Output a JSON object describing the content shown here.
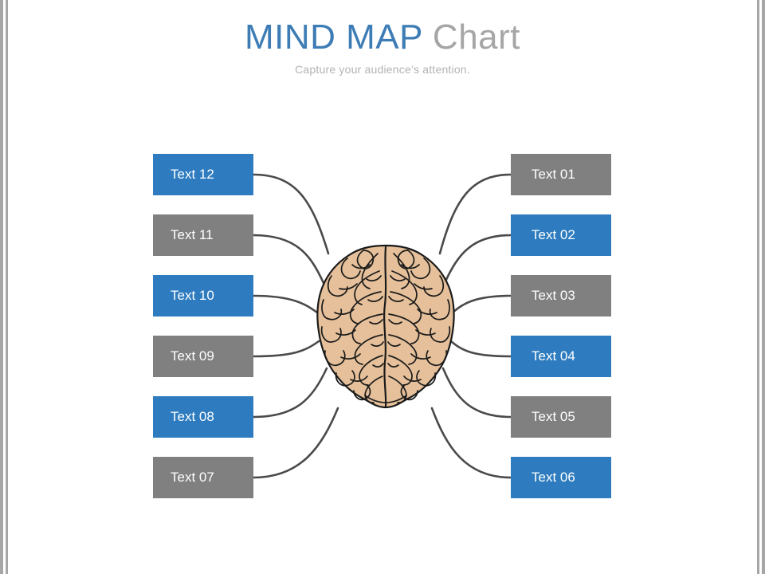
{
  "header": {
    "title_main": "MIND MAP",
    "title_sub": "Chart",
    "subtitle": "Capture your audience’s attention."
  },
  "colors": {
    "blue": "#2e7cbf",
    "gray": "#808080",
    "title_blue": "#3d7cb5",
    "title_gray": "#a6a6a6",
    "subtitle_gray": "#b3b3b3",
    "connector": "#4a4a4a",
    "brain_fill": "#e5c09a",
    "brain_stroke": "#1a1a1a",
    "canvas": "#ffffff",
    "frame": "#a6a6a6"
  },
  "center": {
    "icon": "brain-icon",
    "label": "Human brain top view"
  },
  "nodes": {
    "left": [
      {
        "id": "text-12",
        "label": "Text 12",
        "color": "blue"
      },
      {
        "id": "text-11",
        "label": "Text 11",
        "color": "gray"
      },
      {
        "id": "text-10",
        "label": "Text 10",
        "color": "blue"
      },
      {
        "id": "text-09",
        "label": "Text 09",
        "color": "gray"
      },
      {
        "id": "text-08",
        "label": "Text 08",
        "color": "blue"
      },
      {
        "id": "text-07",
        "label": "Text 07",
        "color": "gray"
      }
    ],
    "right": [
      {
        "id": "text-01",
        "label": "Text 01",
        "color": "gray"
      },
      {
        "id": "text-02",
        "label": "Text 02",
        "color": "blue"
      },
      {
        "id": "text-03",
        "label": "Text 03",
        "color": "gray"
      },
      {
        "id": "text-04",
        "label": "Text 04",
        "color": "blue"
      },
      {
        "id": "text-05",
        "label": "Text 05",
        "color": "gray"
      },
      {
        "id": "text-06",
        "label": "Text 06",
        "color": "blue"
      }
    ]
  },
  "chart_data": {
    "type": "diagram",
    "diagram_type": "mind-map",
    "title": "MIND MAP Chart",
    "subtitle": "Capture your audience’s attention.",
    "center_node": "brain",
    "branch_count": 12,
    "branches": [
      {
        "label": "Text 01",
        "side": "right",
        "position": 1,
        "color": "#808080"
      },
      {
        "label": "Text 02",
        "side": "right",
        "position": 2,
        "color": "#2e7cbf"
      },
      {
        "label": "Text 03",
        "side": "right",
        "position": 3,
        "color": "#808080"
      },
      {
        "label": "Text 04",
        "side": "right",
        "position": 4,
        "color": "#2e7cbf"
      },
      {
        "label": "Text 05",
        "side": "right",
        "position": 5,
        "color": "#808080"
      },
      {
        "label": "Text 06",
        "side": "right",
        "position": 6,
        "color": "#2e7cbf"
      },
      {
        "label": "Text 07",
        "side": "left",
        "position": 6,
        "color": "#808080"
      },
      {
        "label": "Text 08",
        "side": "left",
        "position": 5,
        "color": "#2e7cbf"
      },
      {
        "label": "Text 09",
        "side": "left",
        "position": 4,
        "color": "#808080"
      },
      {
        "label": "Text 10",
        "side": "left",
        "position": 3,
        "color": "#2e7cbf"
      },
      {
        "label": "Text 11",
        "side": "left",
        "position": 2,
        "color": "#808080"
      },
      {
        "label": "Text 12",
        "side": "left",
        "position": 1,
        "color": "#2e7cbf"
      }
    ]
  }
}
